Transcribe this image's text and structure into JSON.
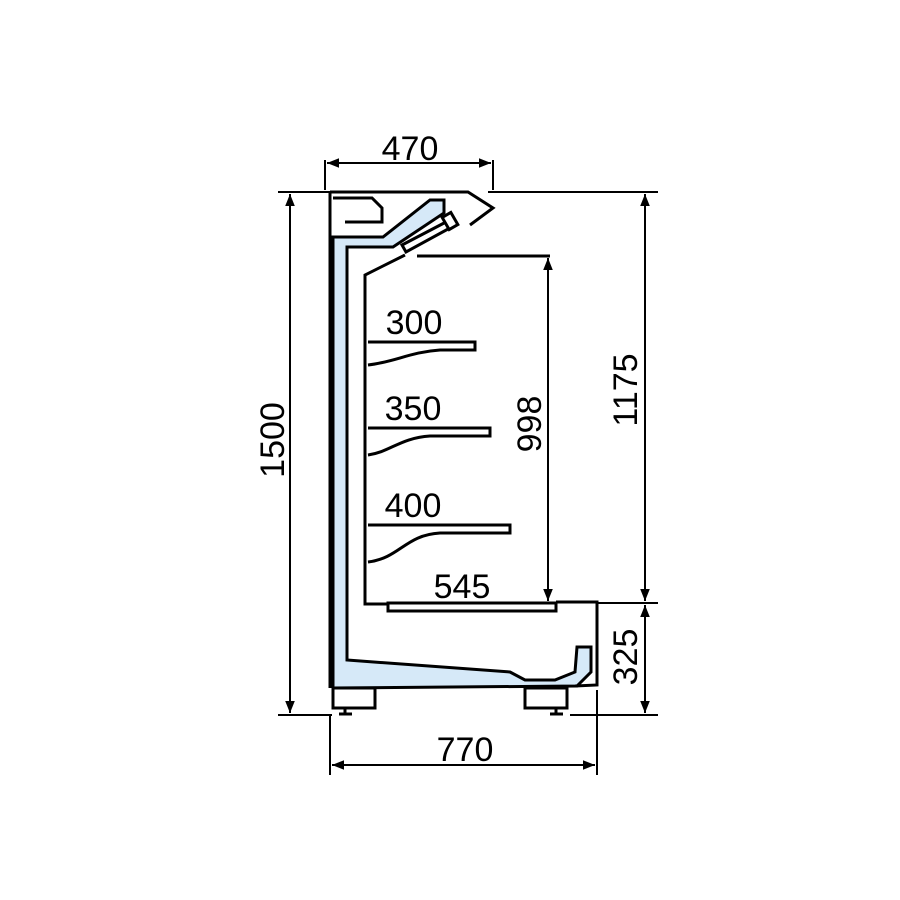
{
  "title": "Refrigerated display cabinet side section",
  "colors": {
    "duct": "#d6e9f8",
    "line": "#000000"
  },
  "dimensions": {
    "top_depth": "470",
    "total_height": "1500",
    "display_height": "1175",
    "base_height": "325",
    "opening_height": "998",
    "total_depth": "770",
    "shelf_1_depth": "300",
    "shelf_2_depth": "350",
    "shelf_3_depth": "400",
    "deck_depth": "545"
  }
}
